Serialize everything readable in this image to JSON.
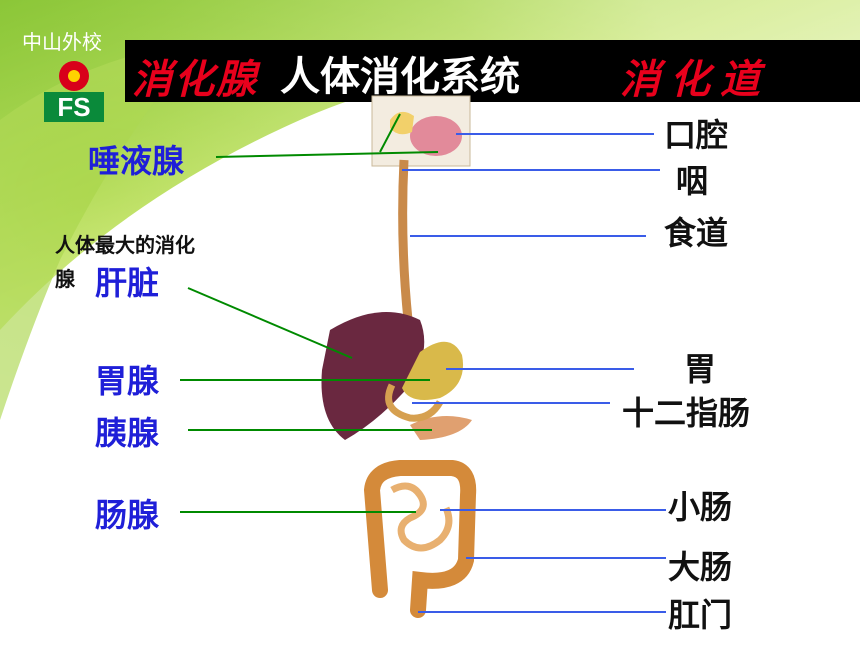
{
  "header": {
    "school_name": "中山外校",
    "logo_text": "FS",
    "title_left": "消化腺",
    "title_center": "人体消化系统",
    "title_right": "消化道"
  },
  "glands": {
    "salivary": "唾液腺",
    "largest_note_line1": "人体最大的消化",
    "largest_note_line2": "腺",
    "liver": "肝脏",
    "gastric": "胃腺",
    "pancreas": "胰腺",
    "intestinal": "肠腺"
  },
  "tract": {
    "mouth": "口腔",
    "pharynx": "咽",
    "esophagus": "食道",
    "stomach": "胃",
    "duodenum": "十二指肠",
    "small_intestine": "小肠",
    "large_intestine": "大肠",
    "anus": "肛门"
  },
  "colors": {
    "background_green": "#9fd23a",
    "title_bar": "#000000",
    "title_red": "#e8001c",
    "gland_label": "#1f1fd8",
    "gland_line": "#008a00",
    "tract_line": "#3a5ce8",
    "liver": "#6a2840",
    "stomach": "#d9b94a",
    "intestine": "#d8a055"
  }
}
